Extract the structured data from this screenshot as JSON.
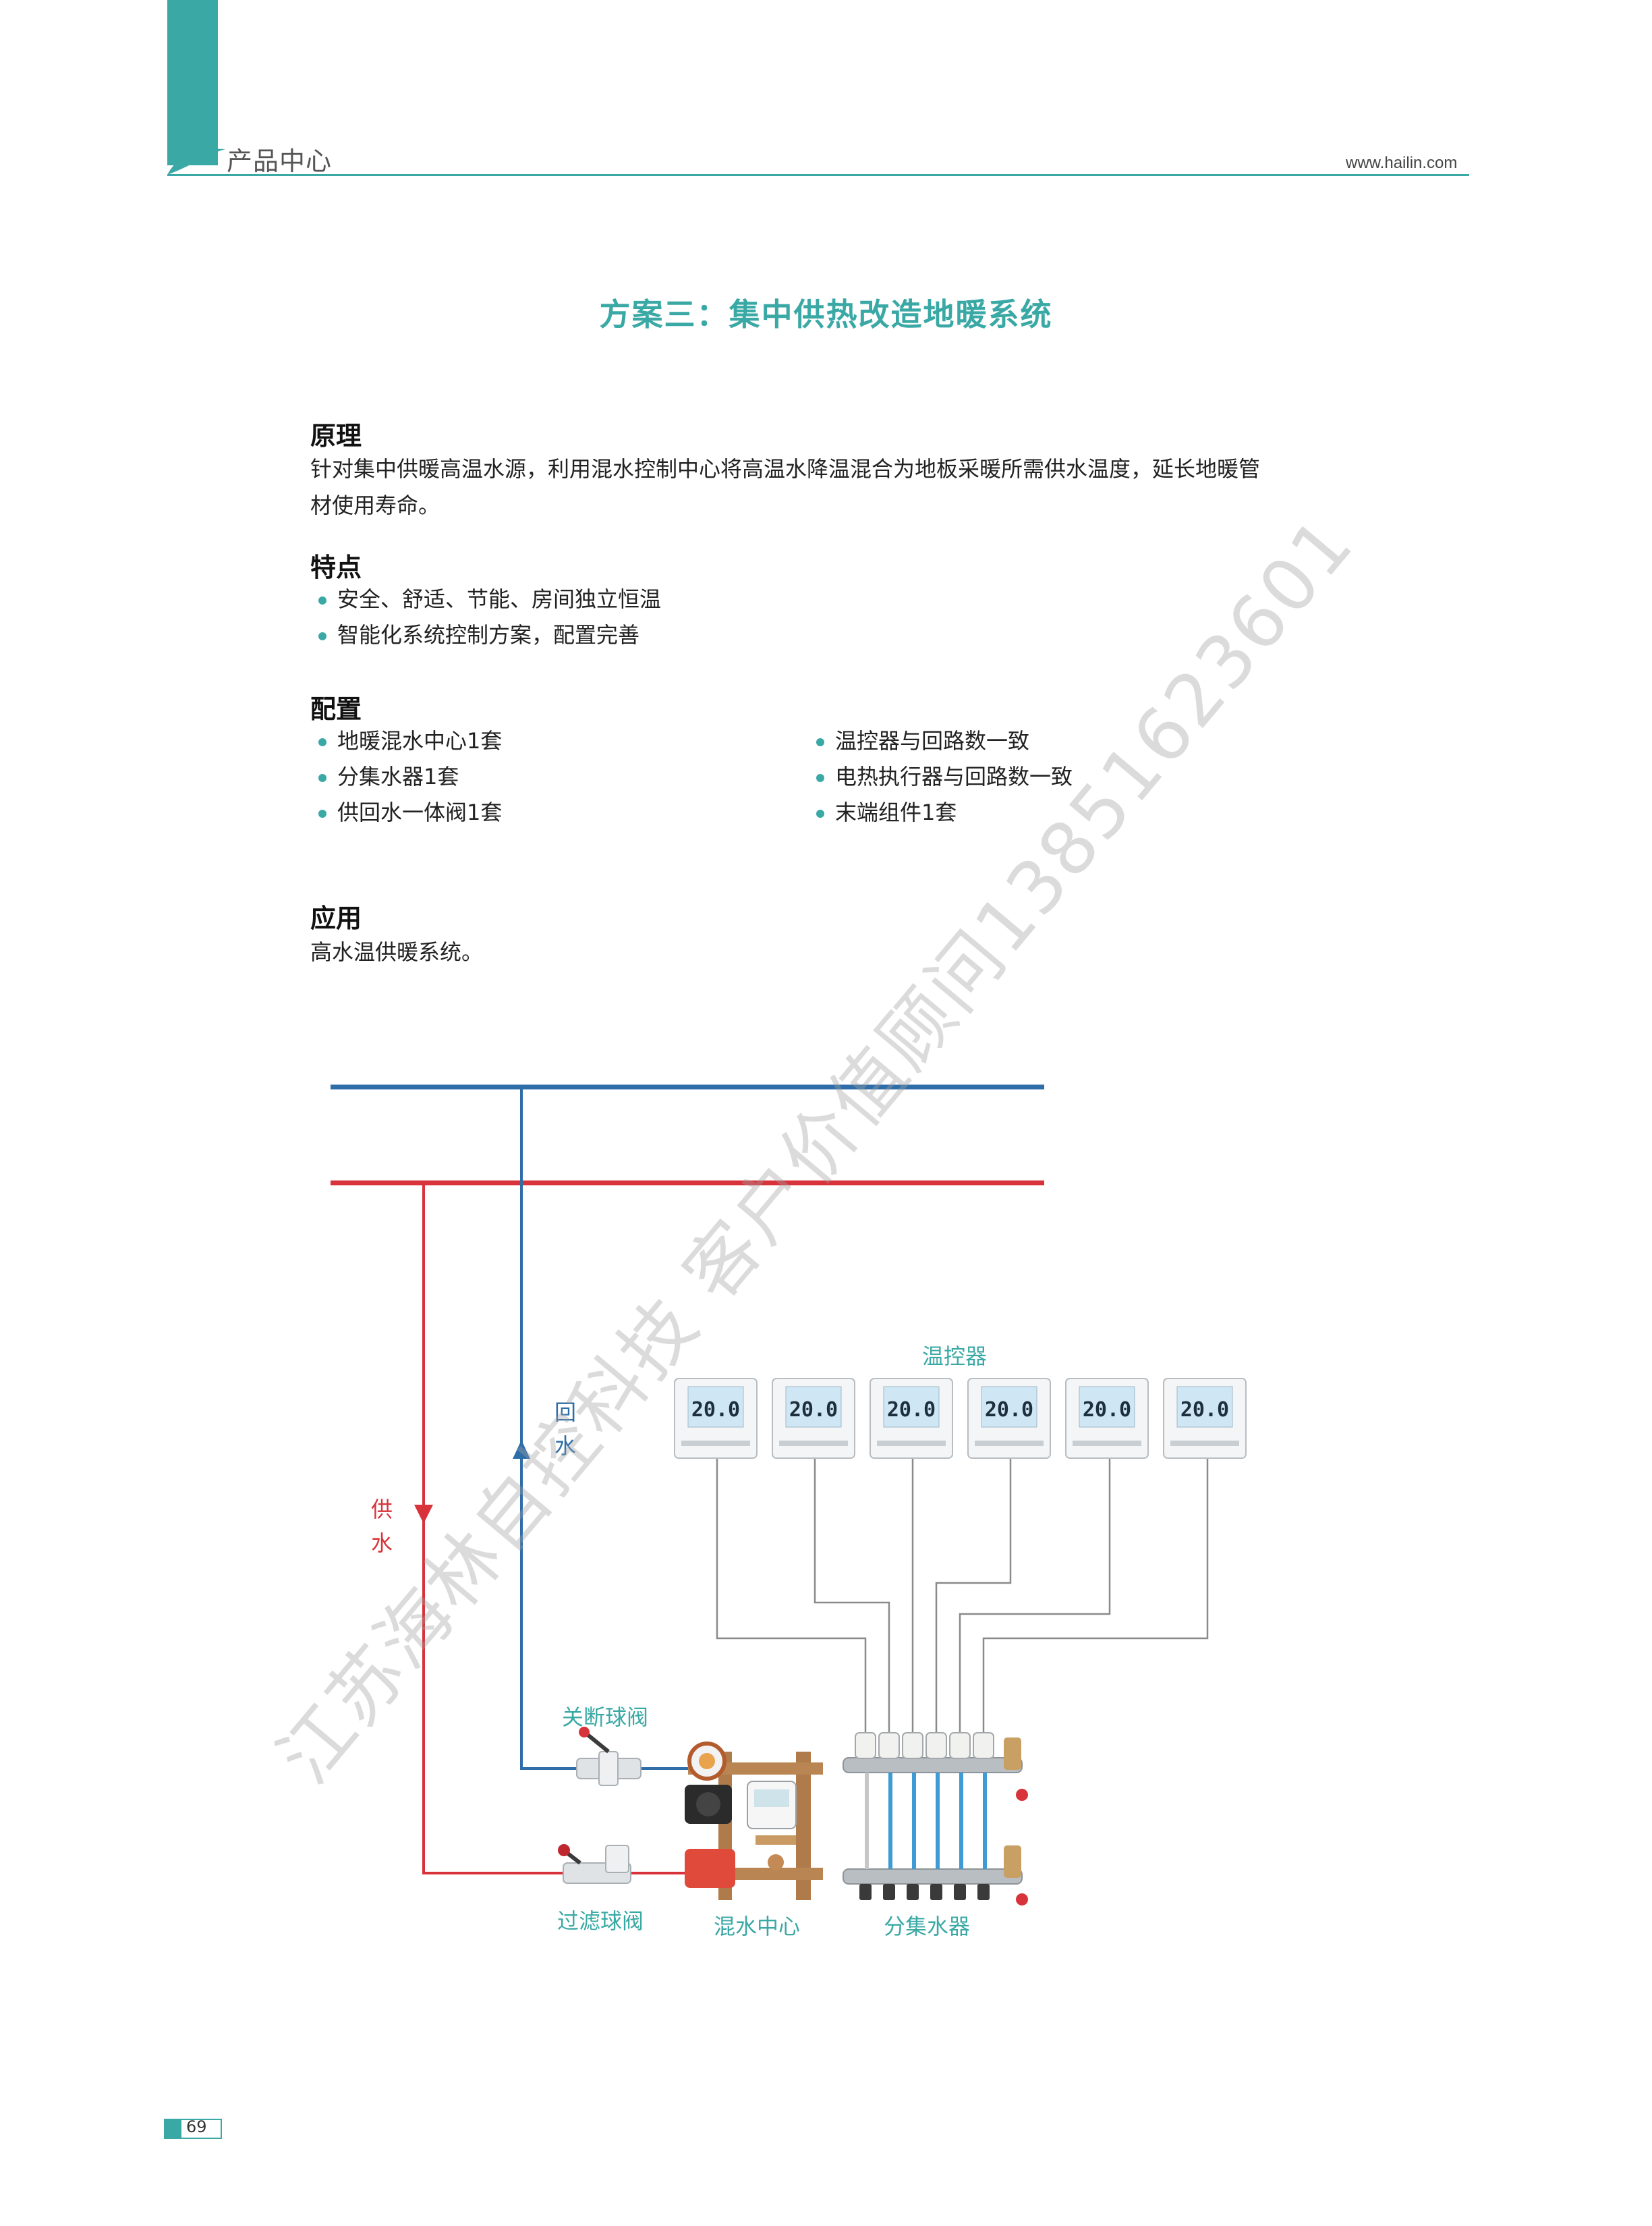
{
  "header": {
    "section": "产品中心",
    "url": "www.hailin.com"
  },
  "page_title": "方案三：集中供热改造地暖系统",
  "principle": {
    "heading": "原理",
    "text": "针对集中供暖高温水源，利用混水控制中心将高温水降温混合为地板采暖所需供水温度，延长地暖管材使用寿命。"
  },
  "features": {
    "heading": "特点",
    "items": [
      "安全、舒适、节能、房间独立恒温",
      "智能化系统控制方案，配置完善"
    ]
  },
  "config": {
    "heading": "配置",
    "left": [
      "地暖混水中心1套",
      "分集水器1套",
      "供回水一体阀1套"
    ],
    "right": [
      "温控器与回路数一致",
      "电热执行器与回路数一致",
      "末端组件1套"
    ]
  },
  "application": {
    "heading": "应用",
    "text": "高水温供暖系统。"
  },
  "diagram": {
    "thermostat_title": "温控器",
    "thermostat_reading": "20.0",
    "thermostat_count": 6,
    "return_label": [
      "回",
      "水"
    ],
    "supply_label": [
      "供",
      "水"
    ],
    "shutoff_valve": "关断球阀",
    "filter_valve": "过滤球阀",
    "mixing_center": "混水中心",
    "manifold": "分集水器",
    "colors": {
      "return": "#2e6da8",
      "supply": "#d8333a",
      "accent": "#3aa9a5"
    }
  },
  "watermark": "江苏海林自控科技 客户价值顾问13851623601",
  "page_number": "69"
}
